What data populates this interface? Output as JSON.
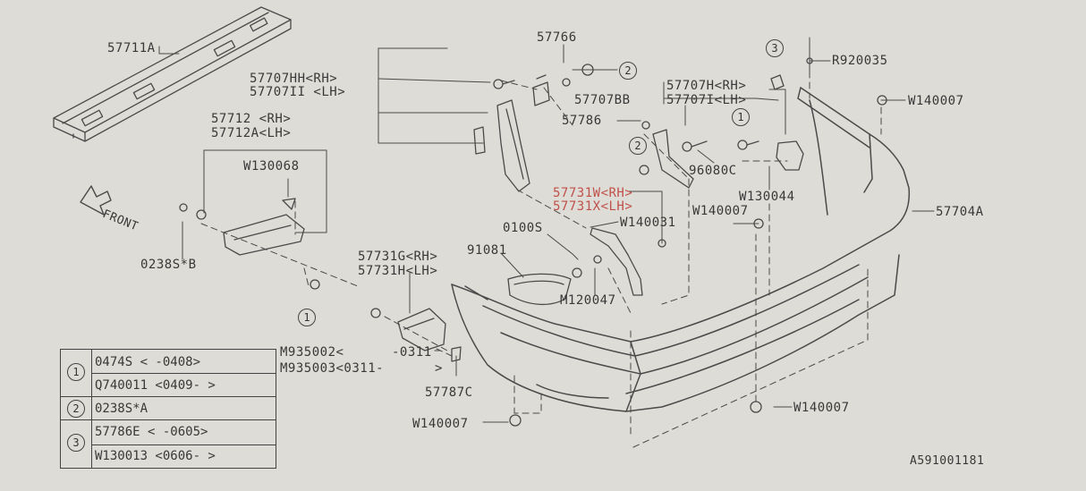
{
  "labels": {
    "l57711a": "57711A",
    "l57766": "57766",
    "l57707hh": "57707HH<RH>",
    "l57707ii": "57707II <LH>",
    "l57712": "57712 <RH>",
    "l57712a": "57712A<LH>",
    "lw130068": "W130068",
    "lr920035": "R920035",
    "lw140007a": "W140007",
    "l57707h": "57707H<RH>",
    "l57707bb": "57707BB",
    "l57707i": "57707I<LH>",
    "l57786": "57786",
    "l96080c": "96080C",
    "lw130044": "W130044",
    "l57731w": "57731W<RH>",
    "l57731x": "57731X<LH>",
    "lw140007b": "W140007",
    "l57704a": "57704A",
    "lw140031": "W140031",
    "l0100s": "0100S",
    "l91081": "91081",
    "l57731g": "57731G<RH>",
    "l57731h": "57731H<LH>",
    "lm120047": "M120047",
    "l0238sb": "0238S*B",
    "lm935002": "M935002<",
    "lm935003": "M935003<0311-",
    "l0311": "-0311",
    "lgt": ">",
    "l57787c": "57787C",
    "lw140007c": "W140007",
    "lw140007d": "W140007",
    "lref": "A591001181",
    "front": "FRONT"
  },
  "callouts": {
    "c1": "1",
    "c2": "2",
    "c3": "3"
  },
  "legend": [
    {
      "key": "1",
      "lines": [
        "0474S  <   -0408>",
        "Q740011 <0409-    >"
      ]
    },
    {
      "key": "2",
      "lines": [
        "0238S*A"
      ]
    },
    {
      "key": "3",
      "lines": [
        "57786E <   -0605>",
        "W130013 <0606-    >"
      ]
    }
  ],
  "colors": {
    "line": "#4a4a4a",
    "highlight": "#c0504a",
    "paper": "#dedcd6"
  }
}
